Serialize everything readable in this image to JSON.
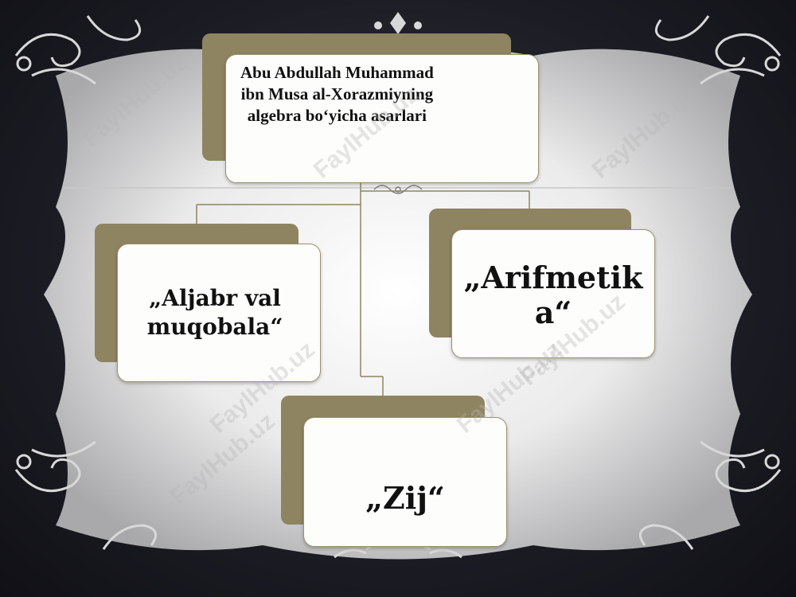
{
  "diagram": {
    "root": {
      "lines": [
        "Abu Abdullah Muhammad",
        "ibn Musa al-Xorazmiyning",
        "algebra bo‘yicha  asarlari"
      ]
    },
    "children": [
      {
        "lines": [
          "„Aljabr val",
          "muqobala“"
        ]
      },
      {
        "lines": [
          "„Arifmetik",
          "a“"
        ]
      },
      {
        "lines": [
          "„Zij“"
        ]
      }
    ]
  },
  "watermark": {
    "text": "FaylHub.uz"
  },
  "colors": {
    "background": "#1c1c24",
    "panel": "#e9e9e9",
    "card_back": "#8f8462",
    "card_front": "#fdfdfb",
    "connector": "#8f8462"
  }
}
